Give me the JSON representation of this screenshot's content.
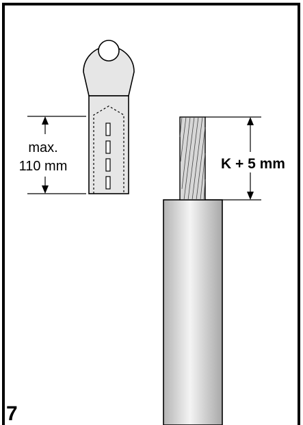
{
  "figure": {
    "number": "7"
  },
  "lug": {
    "dimension_line1": "max.",
    "dimension_line2": "110 mm"
  },
  "cable": {
    "strip_length_label": "K + 5 mm"
  },
  "colors": {
    "background": "#ffffff",
    "line": "#000000",
    "lug_fill": "#e6e6e6",
    "cable_light": "#f4f4f4",
    "cable_dark": "#b4b4b4",
    "strand_fill": "#d7d7d7"
  }
}
